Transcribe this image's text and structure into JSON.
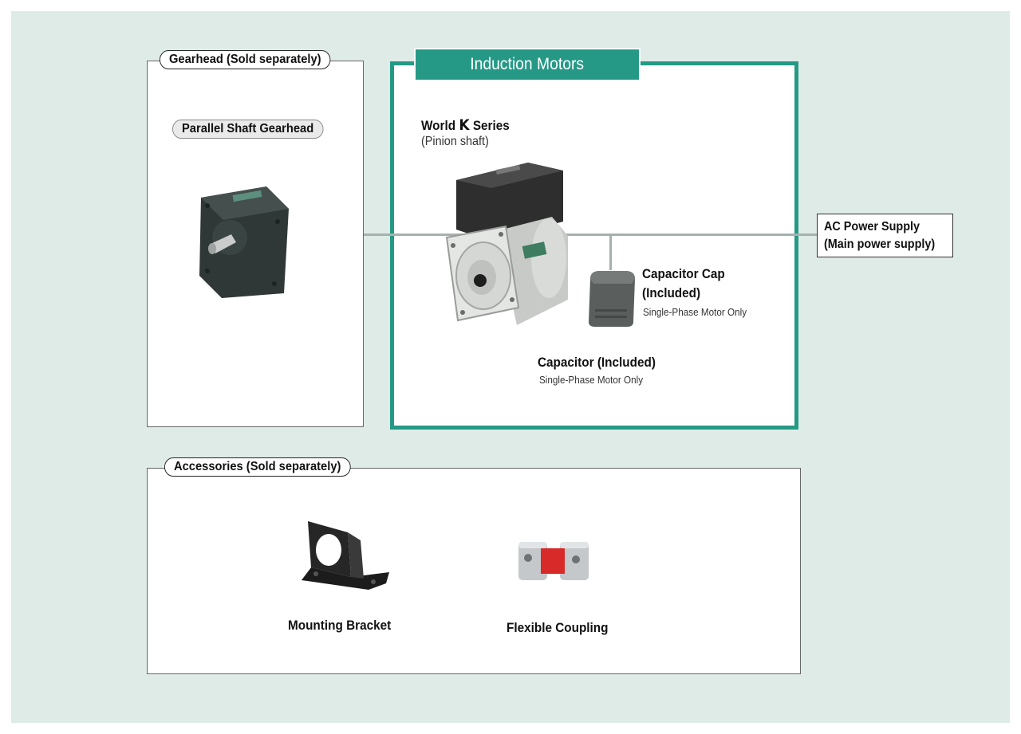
{
  "gearhead": {
    "section_label": "Gearhead (Sold separately)",
    "item_label": "Parallel Shaft Gearhead"
  },
  "motor": {
    "tab_label": "Induction Motors",
    "series_prefix": "World ",
    "series_letter": "K",
    "series_suffix": " Series",
    "shaft_note": "(Pinion shaft)",
    "capacitor_cap_line1": "Capacitor Cap",
    "capacitor_cap_line2": "(Included)",
    "capacitor_cap_note": "Single-Phase Motor Only",
    "capacitor_label": "Capacitor (Included)",
    "capacitor_note": "Single-Phase Motor Only"
  },
  "power": {
    "line1": "AC Power Supply",
    "line2": "(Main power supply)"
  },
  "accessories": {
    "section_label": "Accessories (Sold separately)",
    "items": [
      {
        "label": "Mounting Bracket"
      },
      {
        "label": "Flexible Coupling"
      }
    ]
  },
  "colors": {
    "background": "#dfebe7",
    "accent": "#259986",
    "connector": "#a6b0ae"
  }
}
